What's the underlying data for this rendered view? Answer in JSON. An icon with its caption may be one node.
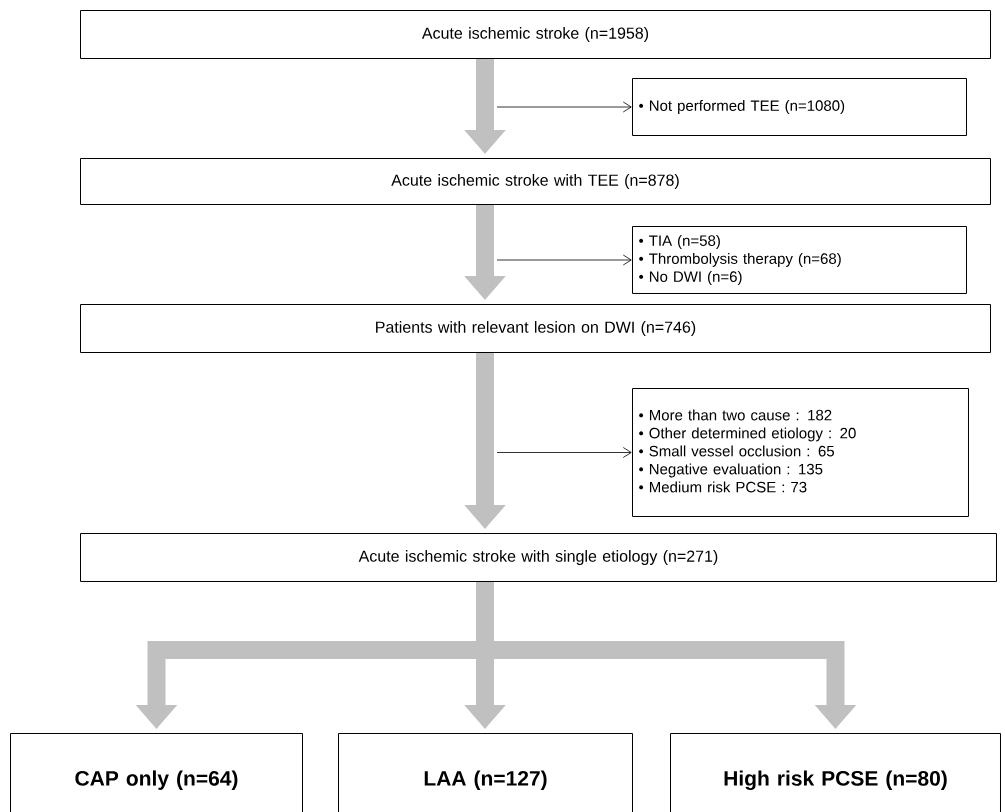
{
  "diagram": {
    "nodes": [
      {
        "text": [
          "Acute ischemic stroke (n=1958)"
        ]
      },
      {
        "text": [
          "• Not performed TEE (n=1080)"
        ]
      },
      {
        "text": [
          "Acute ischemic stroke with TEE (n=878)"
        ]
      },
      {
        "text": [
          "• TIA (n=58)",
          "• Thrombolysis therapy (n=68)",
          "• No DWI (n=6)"
        ]
      },
      {
        "text": [
          "Patients with relevant lesion on DWI (n=746)"
        ]
      },
      {
        "text": [
          "• More than two cause : 182",
          "• Other determined etiology : 20",
          "• Small vessel occlusion : 65",
          "• Negative evaluation : 135",
          "• Medium risk PCSE : 73"
        ]
      },
      {
        "text": [
          "Acute ischemic stroke with single etiology (n=271)"
        ]
      },
      {
        "text": [
          "CAP only (n=64)"
        ]
      },
      {
        "text": [
          "LAA (n=127)"
        ]
      },
      {
        "text": [
          "High risk PCSE (n=80)"
        ]
      }
    ],
    "edges": [
      {
        "from": 0,
        "to": 2,
        "arrow": "to"
      },
      {
        "from": null,
        "to": 1,
        "arrow": "to",
        "color": "#000000"
      },
      {
        "from": 2,
        "to": 4,
        "arrow": "to"
      },
      {
        "from": null,
        "to": 3,
        "arrow": "to",
        "color": "#000000"
      },
      {
        "from": 4,
        "to": 6,
        "arrow": "to"
      },
      {
        "from": null,
        "to": 5,
        "arrow": "to",
        "color": "#000000"
      },
      {
        "from": 6,
        "to": 7,
        "arrow": "to"
      },
      {
        "from": 6,
        "to": 8,
        "arrow": "to"
      },
      {
        "from": 6,
        "to": 9,
        "arrow": "to"
      }
    ]
  }
}
